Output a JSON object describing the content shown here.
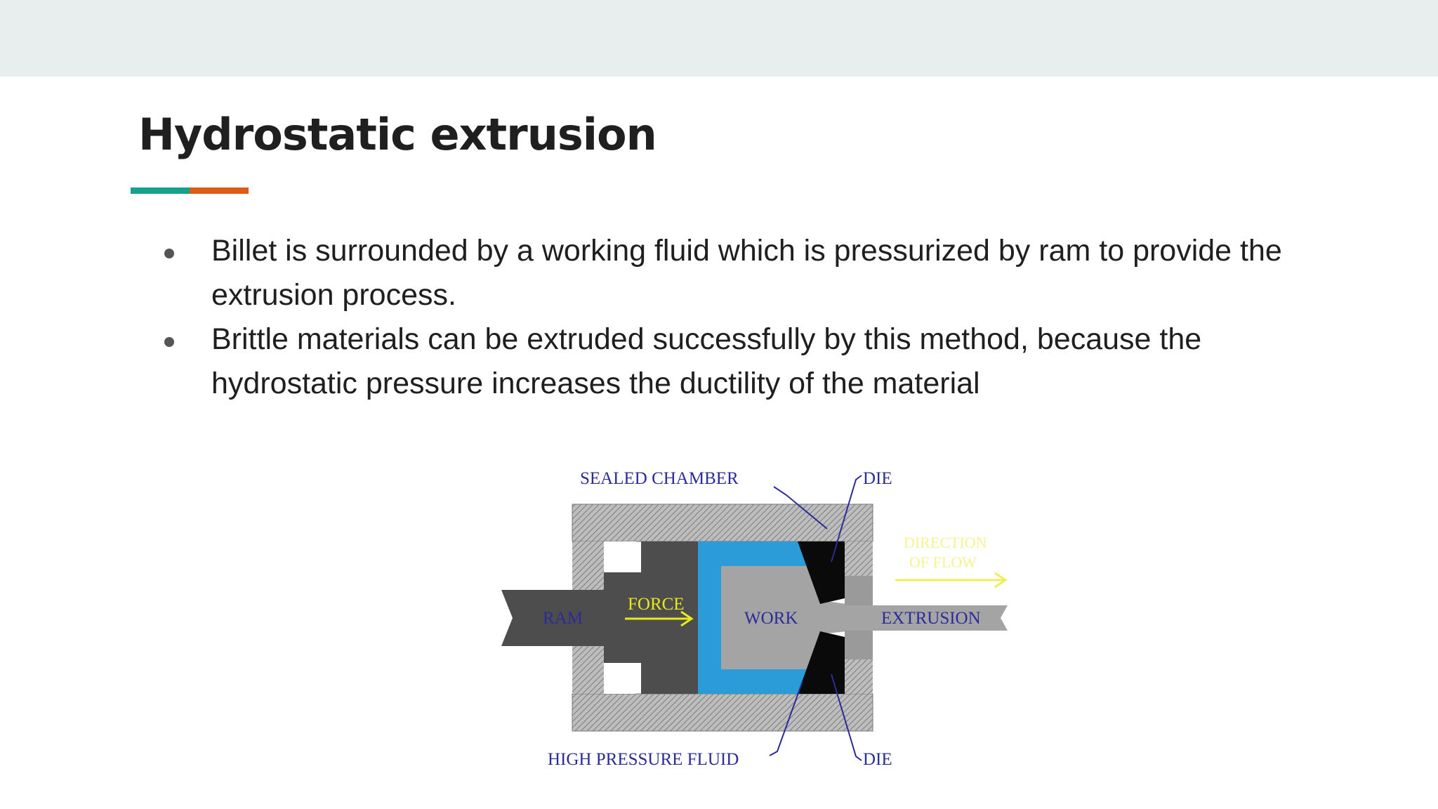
{
  "slide": {
    "title": "Hydrostatic extrusion",
    "accent_colors": [
      "#16a18e",
      "#df5a12"
    ],
    "bullets": [
      "Billet is surrounded by a working fluid which is pressurized by ram to provide the extrusion process.",
      "Brittle materials can be extruded successfully by this method, because the hydrostatic pressure  increases the ductility of the material"
    ]
  },
  "diagram": {
    "labels": {
      "sealed_chamber": "SEALED CHAMBER",
      "die_top": "DIE",
      "direction_line1": "DIRECTION",
      "direction_line2": "OF FLOW",
      "force": "FORCE",
      "ram": "RAM",
      "work": "WORK",
      "extrusion": "EXTRUSION",
      "high_pressure_fluid": "HIGH PRESSURE FLUID",
      "die_bottom": "DIE"
    },
    "colors": {
      "fluid": "#2b9cd8",
      "work": "#a4a4a4",
      "ram": "#4d4d4d",
      "die": "#0a0a0a",
      "labels": "#2b2b9a",
      "arrows": "#e8e81e"
    }
  }
}
